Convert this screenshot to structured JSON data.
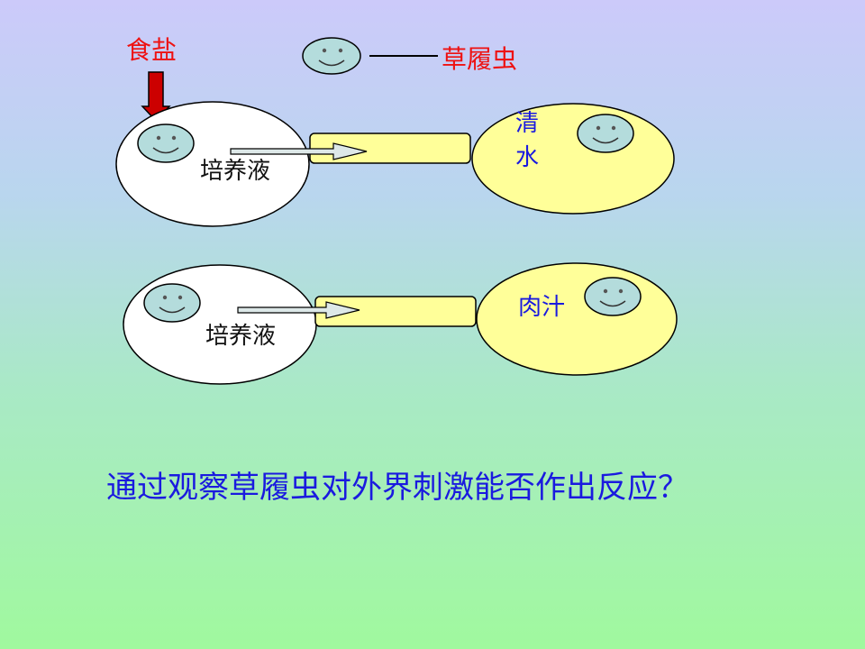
{
  "labels": {
    "salt": "食盐",
    "paramecium": "草履虫",
    "culture_1": "培养液",
    "culture_2": "培养液",
    "water_char_1": "清",
    "water_char_2": "水",
    "broth": "肉汁"
  },
  "question": "通过观察草履虫对外界刺激能否作出反应？",
  "colors": {
    "salt_arrow": "#cc0000",
    "culture_dish": "#ffffff",
    "target_dish": "#ffff99",
    "paramecium": "#b4dcdc",
    "label_red": "#ee1111",
    "label_blue": "#1a1adf",
    "arrow": "#dde8e8"
  },
  "icons": {
    "paramecium": "smiley-face-icon",
    "salt_arrow": "arrow-down-icon",
    "flow_arrow": "arrow-right-icon"
  }
}
